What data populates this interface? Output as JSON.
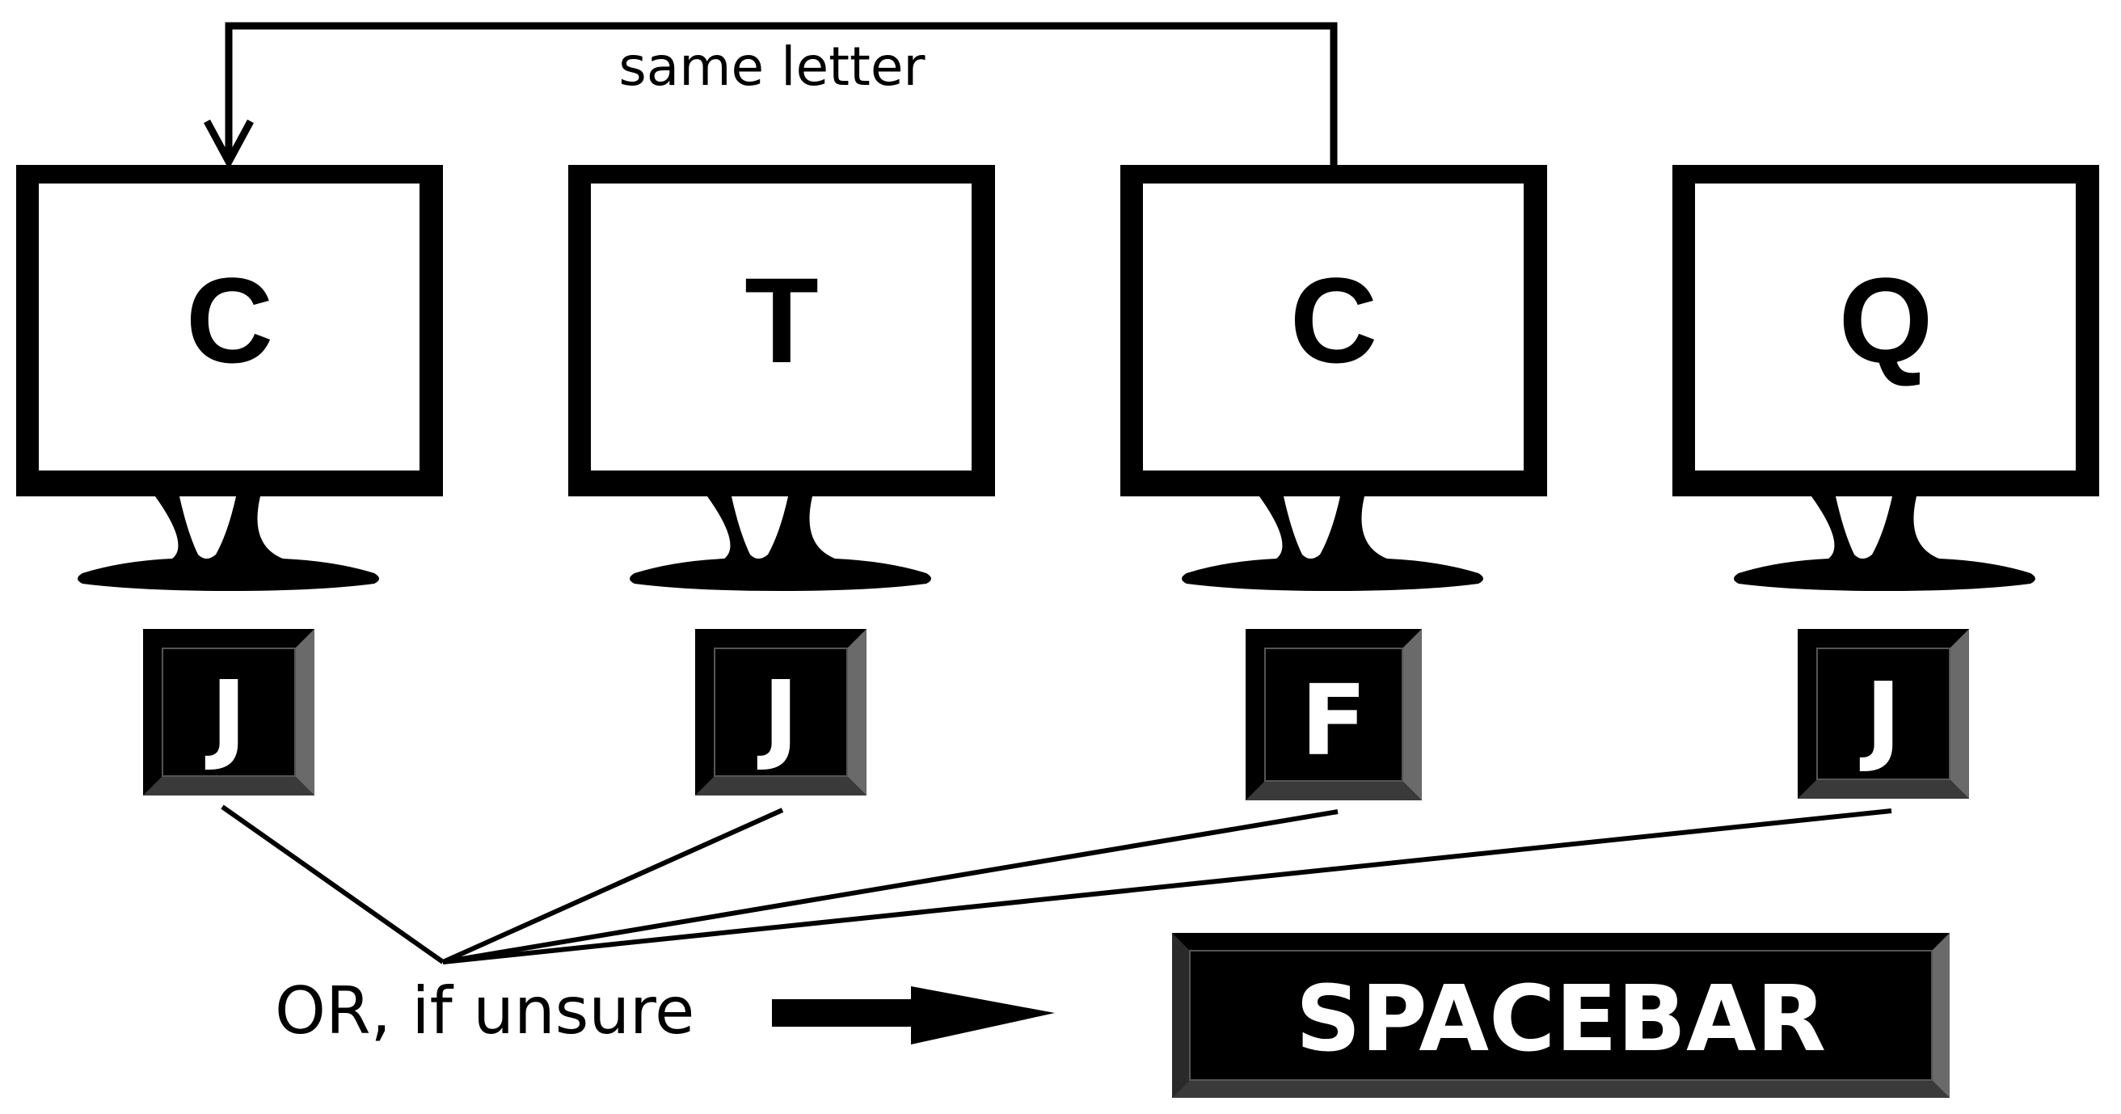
{
  "top_connector": {
    "label": "same letter"
  },
  "monitors": [
    {
      "letter": "C",
      "key": "J"
    },
    {
      "letter": "T",
      "key": "J"
    },
    {
      "letter": "C",
      "key": "F"
    },
    {
      "letter": "Q",
      "key": "J"
    }
  ],
  "unsure_label": "OR, if unsure",
  "spacebar": {
    "label": "SPACEBAR"
  },
  "colors": {
    "ink": "#000000",
    "screen": "#ffffff",
    "key_face": "#000000",
    "key_bevel_top": "#2a2a2a",
    "key_bevel_side": "#6a6a6a",
    "key_text": "#ffffff"
  }
}
